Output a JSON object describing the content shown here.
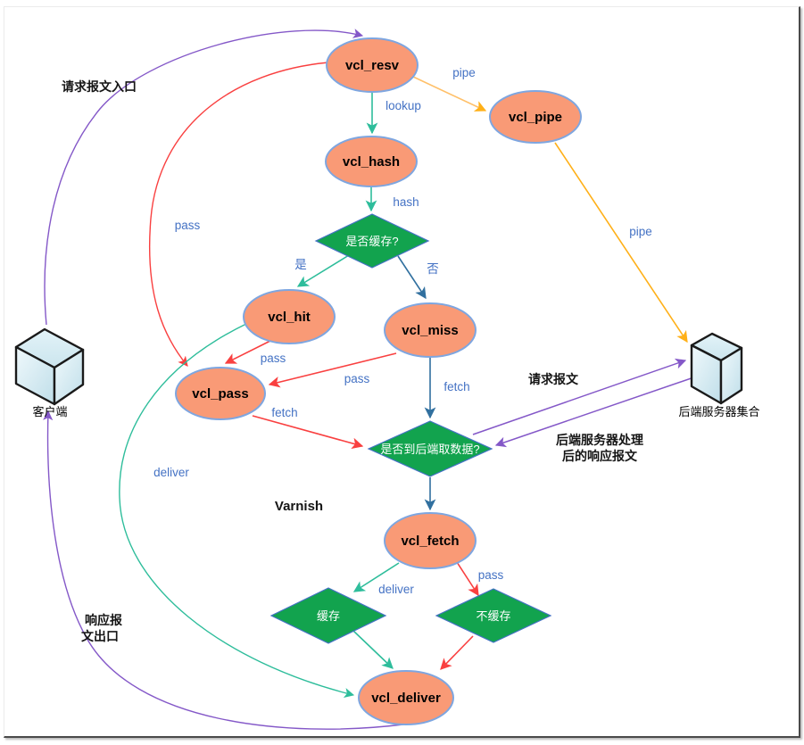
{
  "nodes": {
    "vcl_resv": "vcl_resv",
    "vcl_pipe": "vcl_pipe",
    "vcl_hash": "vcl_hash",
    "vcl_hit": "vcl_hit",
    "vcl_miss": "vcl_miss",
    "vcl_pass": "vcl_pass",
    "vcl_fetch": "vcl_fetch",
    "vcl_deliver": "vcl_deliver"
  },
  "decisions": {
    "is_cached": "是否缓存?",
    "fetch_backend": "是否到后端取数据?",
    "cache": "缓存",
    "no_cache": "不缓存"
  },
  "actors": {
    "client": "客户端",
    "backend": "后端服务器集合"
  },
  "edge_labels": {
    "lookup": "lookup",
    "pipe_top": "pipe",
    "pipe_right": "pipe",
    "hash": "hash",
    "pass_left": "pass",
    "yes": "是",
    "no": "否",
    "pass_hit": "pass",
    "pass_miss": "pass",
    "fetch_pass": "fetch",
    "fetch_miss": "fetch",
    "deliver_left": "deliver",
    "deliver_fetch": "deliver",
    "pass_fetch": "pass"
  },
  "annotations": {
    "request_entry": "请求报文入口",
    "response_exit_line1": "响应报",
    "response_exit_line2": "文出口",
    "request_msg": "请求报文",
    "backend_response_line1": "后端服务器处理",
    "backend_response_line2": "后的响应报文",
    "varnish": "Varnish"
  },
  "colors": {
    "node_fill": "#F99A76",
    "node_border": "#7EA6E0",
    "decision_fill": "#12A34E",
    "decision_border": "#4472C4",
    "teal": "#2EBD9B",
    "red": "#F94040",
    "purple": "#8458C8",
    "orange_light": "#FFC069",
    "orange": "#FFB018",
    "steel_blue": "#31709F",
    "label_blue": "#4472C4"
  }
}
